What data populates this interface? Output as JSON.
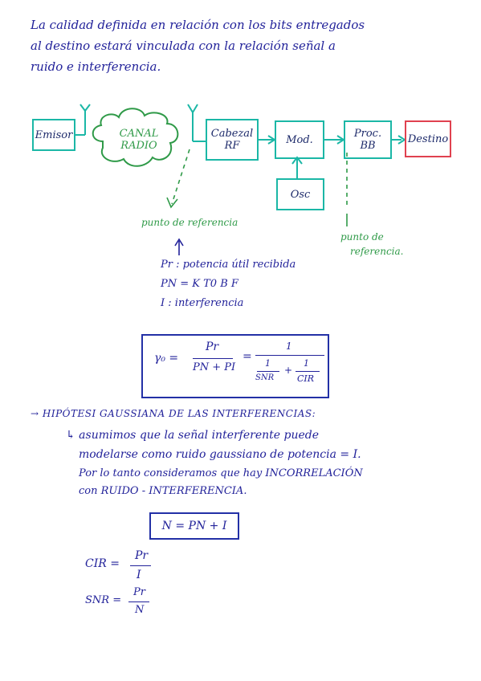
{
  "intro": {
    "line1": "La calidad definida en relación con los bits entregados",
    "line2": "al destino estará vinculada con la relación señal a",
    "line3": "ruido e interferencia."
  },
  "diagram": {
    "blocks": {
      "emisor": "Emisor",
      "canal_line1": "CANAL",
      "canal_line2": "RADIO",
      "cabezal_line1": "Cabezal",
      "cabezal_line2": "RF",
      "mod": "Mod.",
      "osc": "Osc",
      "proc_line1": "Proc.",
      "proc_line2": "BB",
      "destino": "Destino"
    },
    "ref_left": "punto de referencia",
    "ref_right_line1": "punto de",
    "ref_right_line2": "referencia."
  },
  "definitions": {
    "pr": "Pr : potencia útil recibida",
    "pn": "PN = K T0 B F",
    "i": "I : interferencia"
  },
  "formula_gamma": {
    "lhs": "γ₀ =",
    "num1": "Pr",
    "den1": "PN + PI",
    "eq": "=",
    "num2": "1",
    "frac_a_num": "1",
    "frac_a_den": "SNR",
    "plus": "+",
    "frac_b_num": "1",
    "frac_b_den": "CIR"
  },
  "hypothesis": {
    "title": "→ HIPÓTESI GAUSSIANA DE LAS INTERFERENCIAS:",
    "line1": "↳ asumimos que la señal interferente puede",
    "line2": "modelarse como ruido gaussiano de potencia = I.",
    "line3": "Por lo tanto consideramos que hay INCORRELACIÓN",
    "line4": "con RUIDO - INTERFERENCIA."
  },
  "formula_n": "N = PN + I",
  "cir": {
    "lhs": "CIR =",
    "num": "Pr",
    "den": "I"
  },
  "snr": {
    "lhs": "SNR =",
    "num": "Pr",
    "den": "N"
  },
  "colors": {
    "ink_blue": "#22229a",
    "ink_green": "#2f9a48",
    "block_teal": "#1bb7a6",
    "block_red": "#e0414f",
    "formula_box": "#2330a6"
  }
}
